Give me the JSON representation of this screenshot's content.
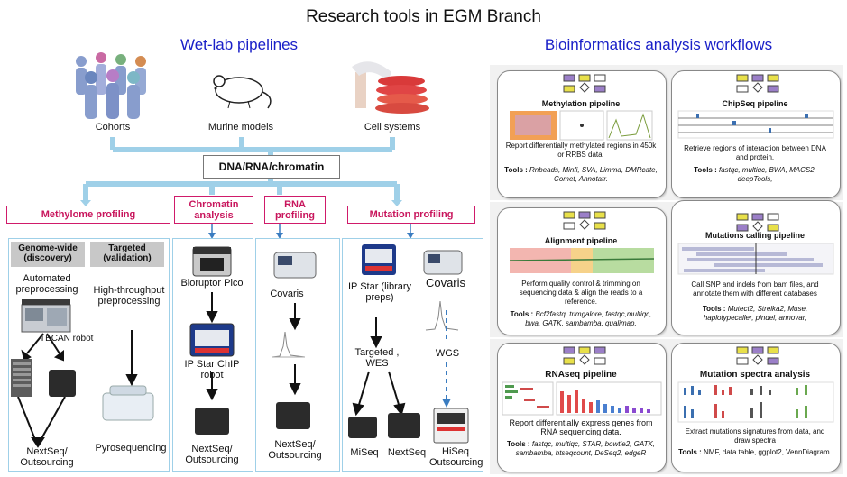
{
  "title": "Research tools in EGM Branch",
  "wetlab": {
    "title": "Wet-lab pipelines",
    "sources": [
      "Cohorts",
      "Murine models",
      "Cell systems"
    ],
    "hub": "DNA/RNA/chromatin",
    "categories": {
      "methylome": "Methylome profiling",
      "chromatin": "Chromatin analysis",
      "rna": "RNA profiling",
      "mutation": "Mutation profiling"
    },
    "methylome": {
      "genome_wide_hdr": "Genome-wide (discovery)",
      "targeted_hdr": "Targeted (validation)",
      "automated": "Automated preprocessing",
      "tecan": "TECAN robot",
      "high_throughput": "High-throughput preprocessing",
      "nextseq": "NextSeq/ Outsourcing",
      "pyro": "Pyrosequencing"
    },
    "chromatin": {
      "bioruptor": "Bioruptor Pico",
      "ipstar": "IP Star ChIP robot",
      "nextseq": "NextSeq/ Outsourcing"
    },
    "rna": {
      "covaris": "Covaris",
      "nextseq": "NextSeq/ Outsourcing"
    },
    "mutation": {
      "ipstar": "IP Star (library preps)",
      "covaris": "Covaris",
      "targeted": "Targeted , WES",
      "wgs": "WGS",
      "miseq": "MiSeq",
      "nextseq": "NextSeq",
      "hiseq": "HiSeq Outsourcing"
    }
  },
  "bioinfo": {
    "title": "Bioinformatics analysis workflows",
    "workflows": [
      {
        "title": "Methylation pipeline",
        "desc": "Report differentially methylated regions in 450k or RRBS data.",
        "tools_label": "Tools :",
        "tools": "Rnbeads, Minfi, SVA, Limma, DMRcate, Comet, Annotatr."
      },
      {
        "title": "ChipSeq pipeline",
        "desc": "Retrieve regions of interaction between DNA and protein.",
        "tools_label": "Tools :",
        "tools": "fastqc, multiqc, BWA, MACS2, deepTools,"
      },
      {
        "title": "Alignment pipeline",
        "desc": "Perform quality control & trimming on sequencing data & align the reads to a reference.",
        "tools_label": "Tools :",
        "tools": "Bcf2fastq, trimgalore, fastqc,multiqc, bwa, GATK, sambamba, qualimap."
      },
      {
        "title": "Mutations calling pipeline",
        "desc": "Call SNP and indels from bam files, and annotate them with different databases",
        "tools_label": "Tools :",
        "tools": "Mutect2, Strelka2, Muse, haplotypecaller, pindel, annovar,"
      },
      {
        "title": "RNAseq pipeline",
        "desc": "Report differentially express genes from RNA sequencing data.",
        "tools_label": "Tools :",
        "tools": "fastqc, multiqc, STAR, bowtie2, GATK, sambamba, htseqcount, DeSeq2, edgeR"
      },
      {
        "title": "Mutation spectra analysis",
        "desc": "Extract mutations signatures from data, and draw spectra",
        "tools_label": "Tools :",
        "tools": "NMF, data.table, ggplot2, VennDiagram."
      }
    ]
  },
  "colors": {
    "accent_blue": "#1a20c8",
    "pink": "#c8155c",
    "connector": "#9fd0e8",
    "arrow": "#3a7cc0"
  }
}
